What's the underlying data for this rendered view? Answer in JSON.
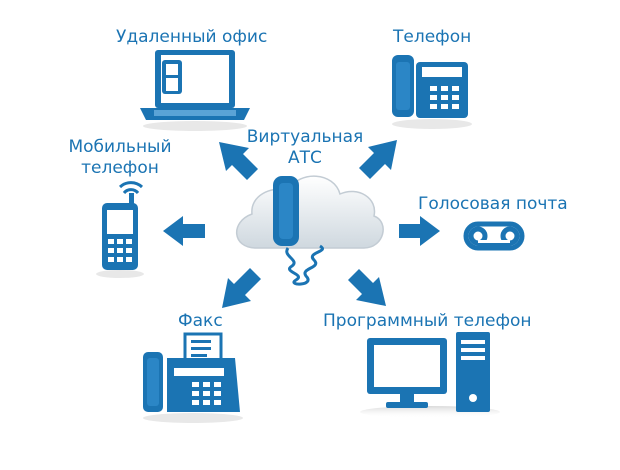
{
  "center": {
    "label_line1": "Виртуальная",
    "label_line2": "АТС"
  },
  "nodes": {
    "remote_office": "Удаленный офис",
    "phone": "Телефон",
    "mobile_line1": "Мобильный",
    "mobile_line2": "телефон",
    "voicemail": "Голосовая почта",
    "fax": "Факс",
    "softphone": "Программный телефон"
  },
  "colors": {
    "accent": "#1b74b3",
    "dark": "#14609a",
    "cloud": "#e9eef2"
  }
}
